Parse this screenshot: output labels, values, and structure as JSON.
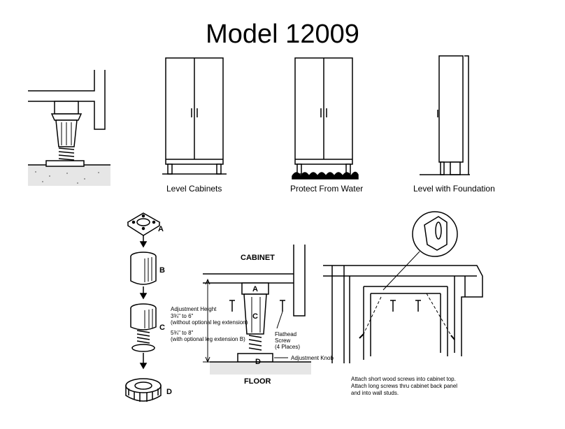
{
  "title": "Model 12009",
  "captions": {
    "level": "Level Cabinets",
    "water": "Protect From Water",
    "foundation": "Level with Foundation"
  },
  "parts": {
    "a": "A",
    "b": "B",
    "c": "C",
    "d": "D"
  },
  "cabinet_label": "CABINET",
  "floor_label": "FLOOR",
  "adjust": {
    "title": "Adjustment Height",
    "range1": "3¾\" to 6\"",
    "note1": "(without optional leg extension)",
    "range2": "5¾\" to 8\"",
    "note2": "(with optional leg extension B)"
  },
  "flathead": {
    "l1": "Flathead",
    "l2": "Screw",
    "l3": "(4 Places)"
  },
  "knob": "Adjustment Knob",
  "instructions": {
    "l1": "Attach short wood screws into cabinet top.",
    "l2": "Attach long screws thru cabinet back panel",
    "l3": "and into wall studs."
  },
  "colors": {
    "line": "#000000",
    "fill": "#ffffff",
    "ground": "#e6e6e6"
  }
}
